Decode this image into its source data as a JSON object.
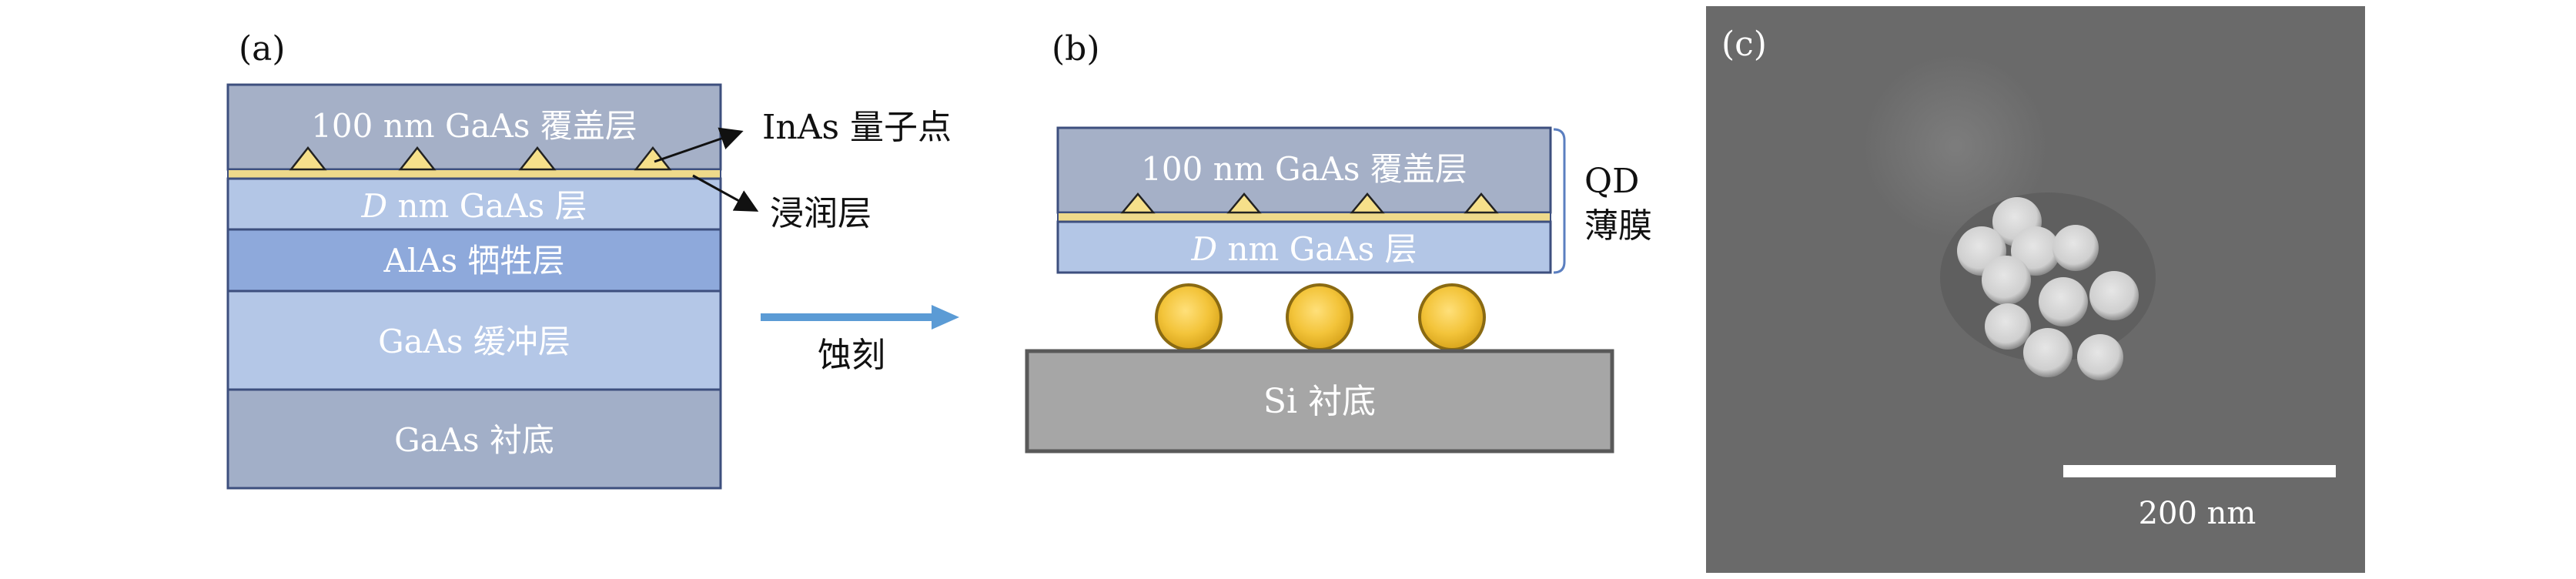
{
  "panel_a": {
    "label": "(a)",
    "layers": {
      "cap": "100 nm GaAs 覆盖层",
      "wetting_prefix": "D",
      "wetting_rest": " nm GaAs 层",
      "sacrificial": "AlAs 牺牲层",
      "buffer": "GaAs 缓冲层",
      "substrate": "GaAs 衬底"
    },
    "annotations": {
      "qd": "InAs 量子点",
      "wetting": "浸润层"
    }
  },
  "arrow": {
    "label": "蚀刻"
  },
  "panel_b": {
    "label": "(b)",
    "layers": {
      "cap": "100 nm GaAs 覆盖层",
      "wetting_prefix": "D",
      "wetting_rest": " nm GaAs 层",
      "substrate": "Si 衬底"
    },
    "bracket_label_line1": "QD",
    "bracket_label_line2": "薄膜"
  },
  "panel_c": {
    "label": "(c)",
    "scale_bar": "200 nm"
  },
  "colors": {
    "cap": "#a5b0c7",
    "wetting_layer": "#eed98b",
    "gaas_layer": "#b3c6e6",
    "sacrificial": "#8ea9db",
    "buffer": "#b4c7e7",
    "substrate_a": "#a2afc8",
    "substrate_b": "#a6a6a6",
    "outline": "#3d4f7e",
    "arrow": "#5b9bd5",
    "gold": "#e8b82a",
    "sem_bg": "#6a6a6a"
  }
}
